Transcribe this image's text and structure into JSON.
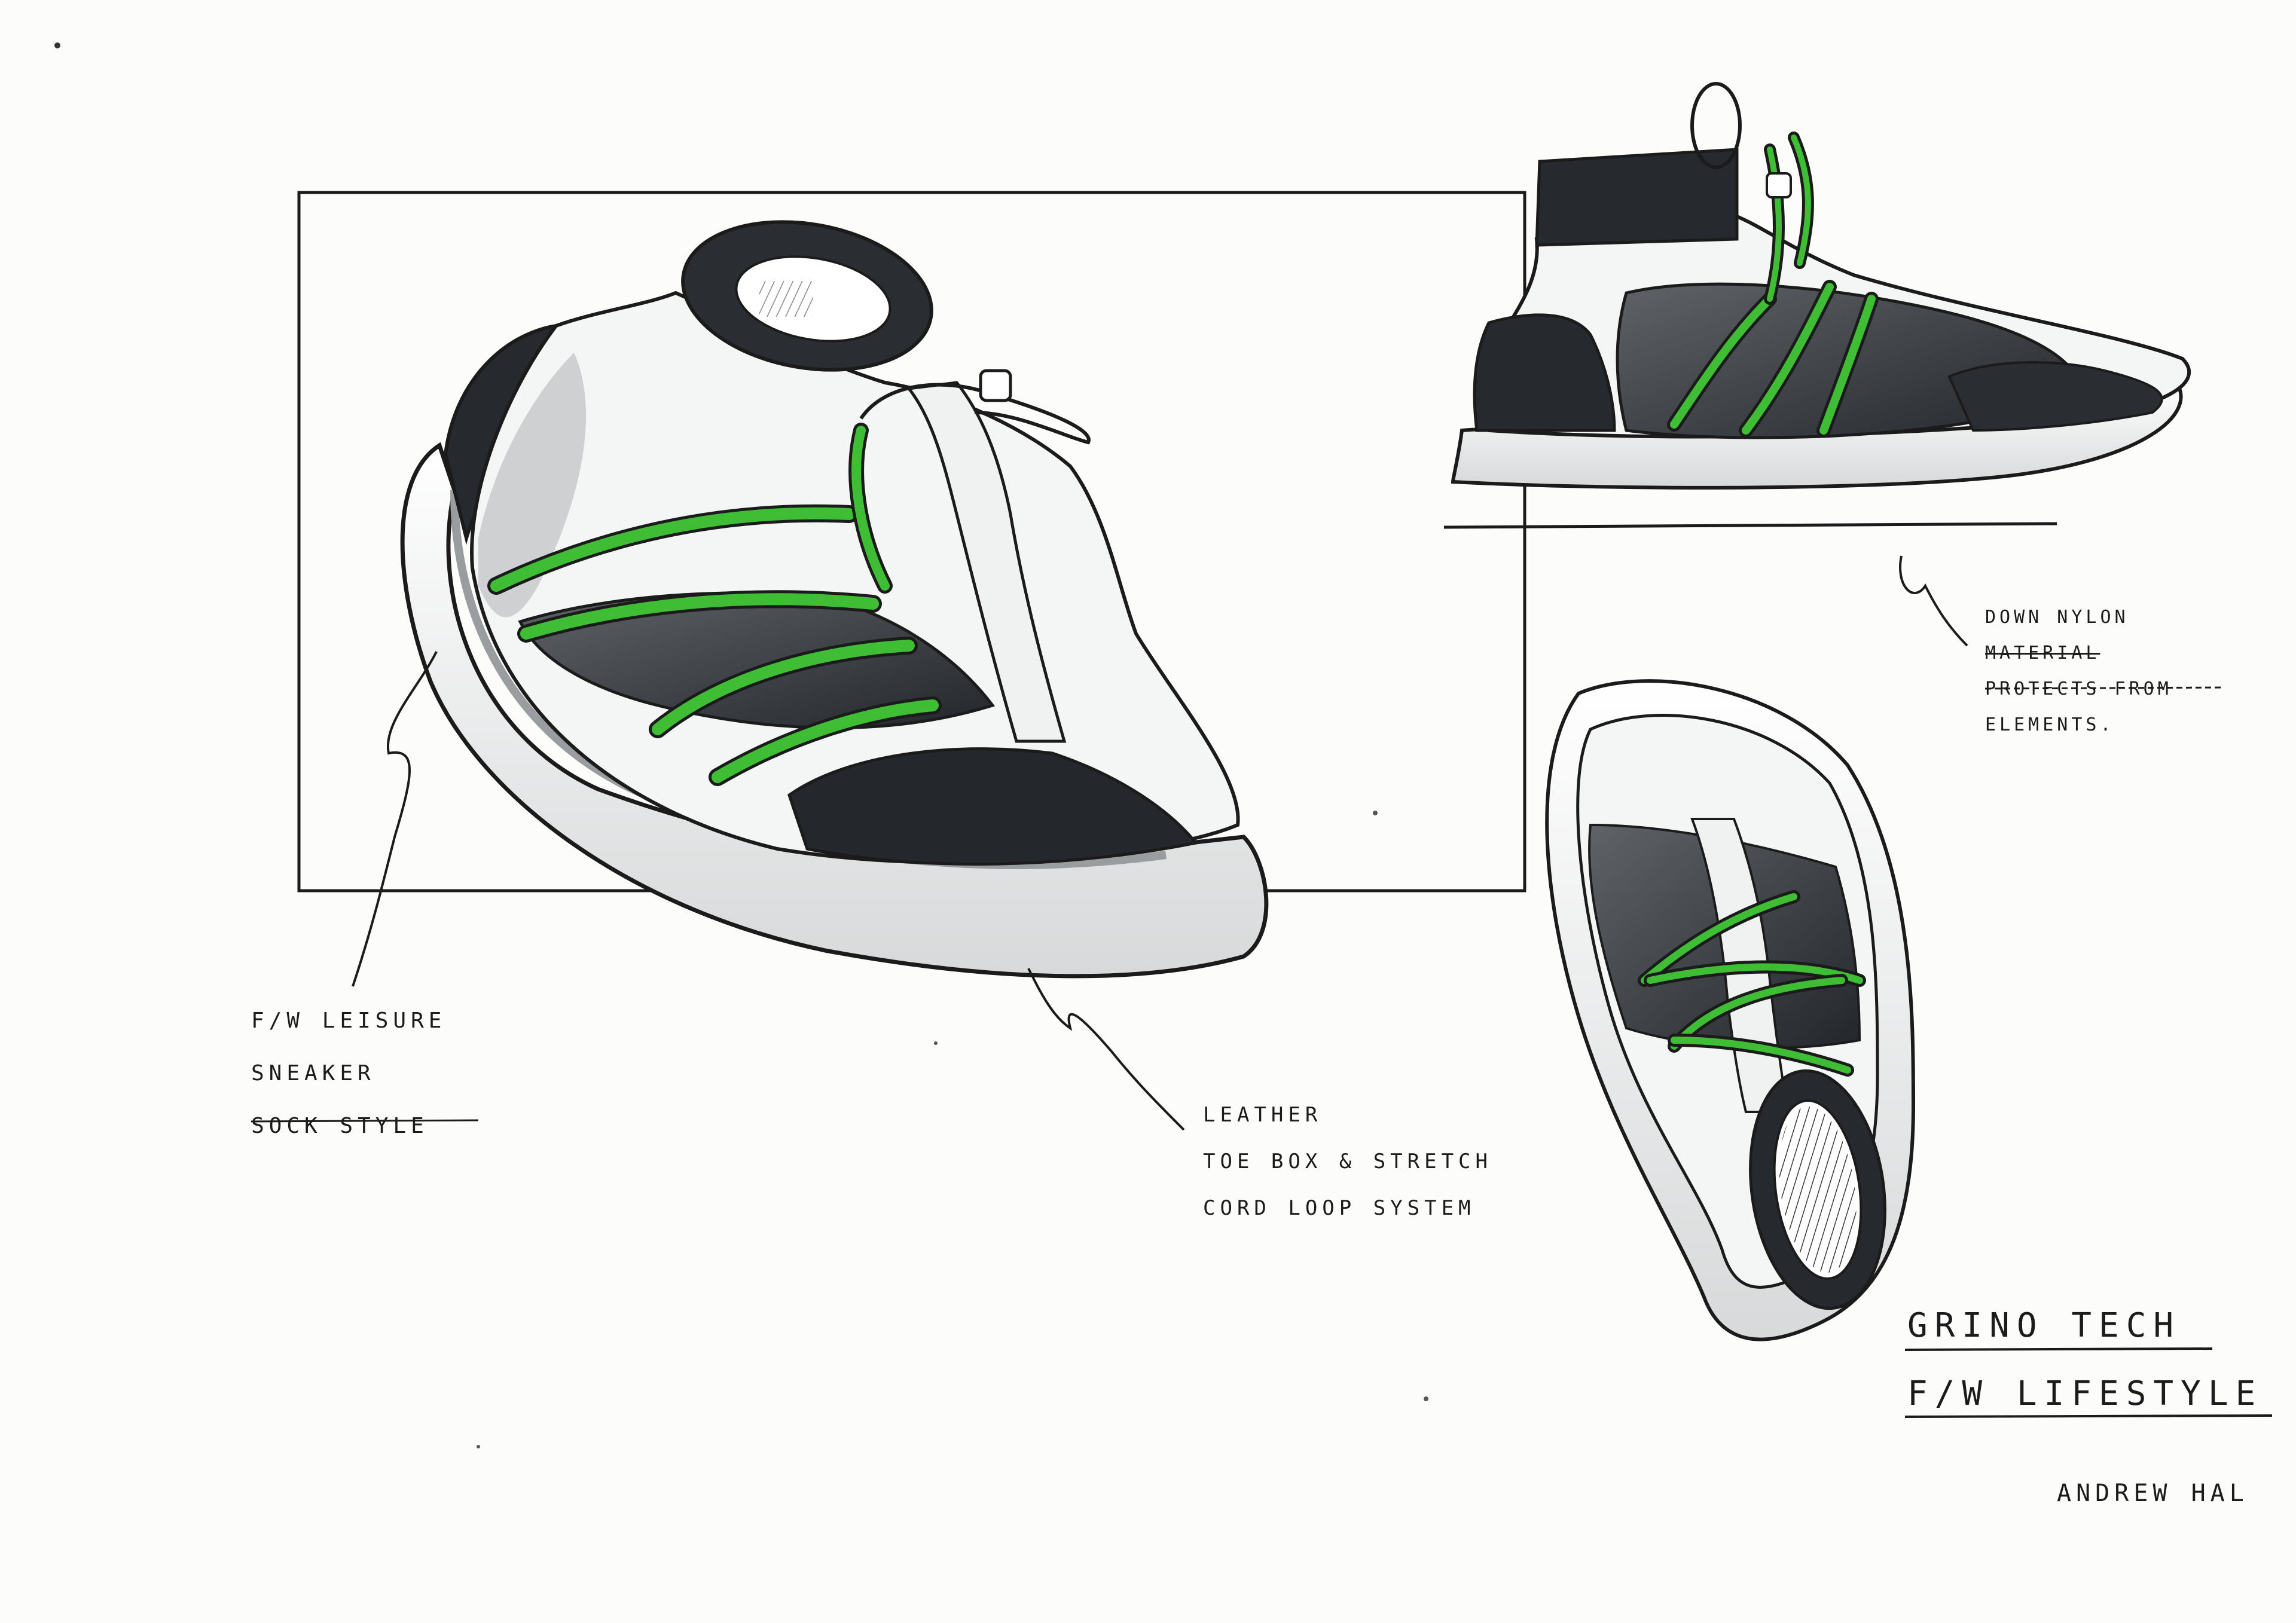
{
  "notes": {
    "left": [
      "F/W LEISURE",
      "SNEAKER",
      "SOCK STYLE"
    ],
    "middle": [
      "LEATHER",
      "TOE BOX & STRETCH",
      "CORD LOOP SYSTEM"
    ],
    "right": [
      "DOWN NYLON",
      "MATERIAL",
      "PROTECTS FROM",
      "ELEMENTS."
    ]
  },
  "title": [
    "GRINO TECH",
    "F/W LIFESTYLE"
  ],
  "author": "ANDREW HAL",
  "colors": {
    "ink": "#1b1b1b",
    "dark": "#2d3034",
    "grey": "#5c6066",
    "lightgrey": "#c9ccce",
    "accent": "#3fbd35",
    "paper": "#fcfcfb"
  }
}
